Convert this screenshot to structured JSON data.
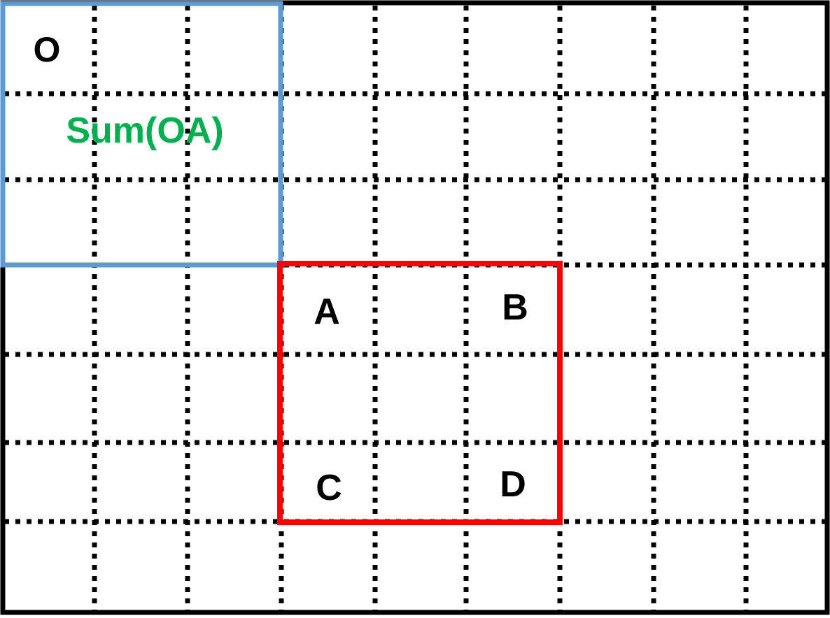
{
  "labels": {
    "origin": "O",
    "sum_label": "Sum(OA)",
    "corner_a": "A",
    "corner_b": "B",
    "corner_c": "C",
    "corner_d": "D"
  },
  "colors": {
    "grid": "#000000",
    "outer_border": "#000000",
    "blue_box": "#5b9bd5",
    "red_box": "#ff0000",
    "sum_text": "#00b050",
    "corner_text": "#000000"
  },
  "grid": {
    "columns": 9,
    "rows": 7
  }
}
